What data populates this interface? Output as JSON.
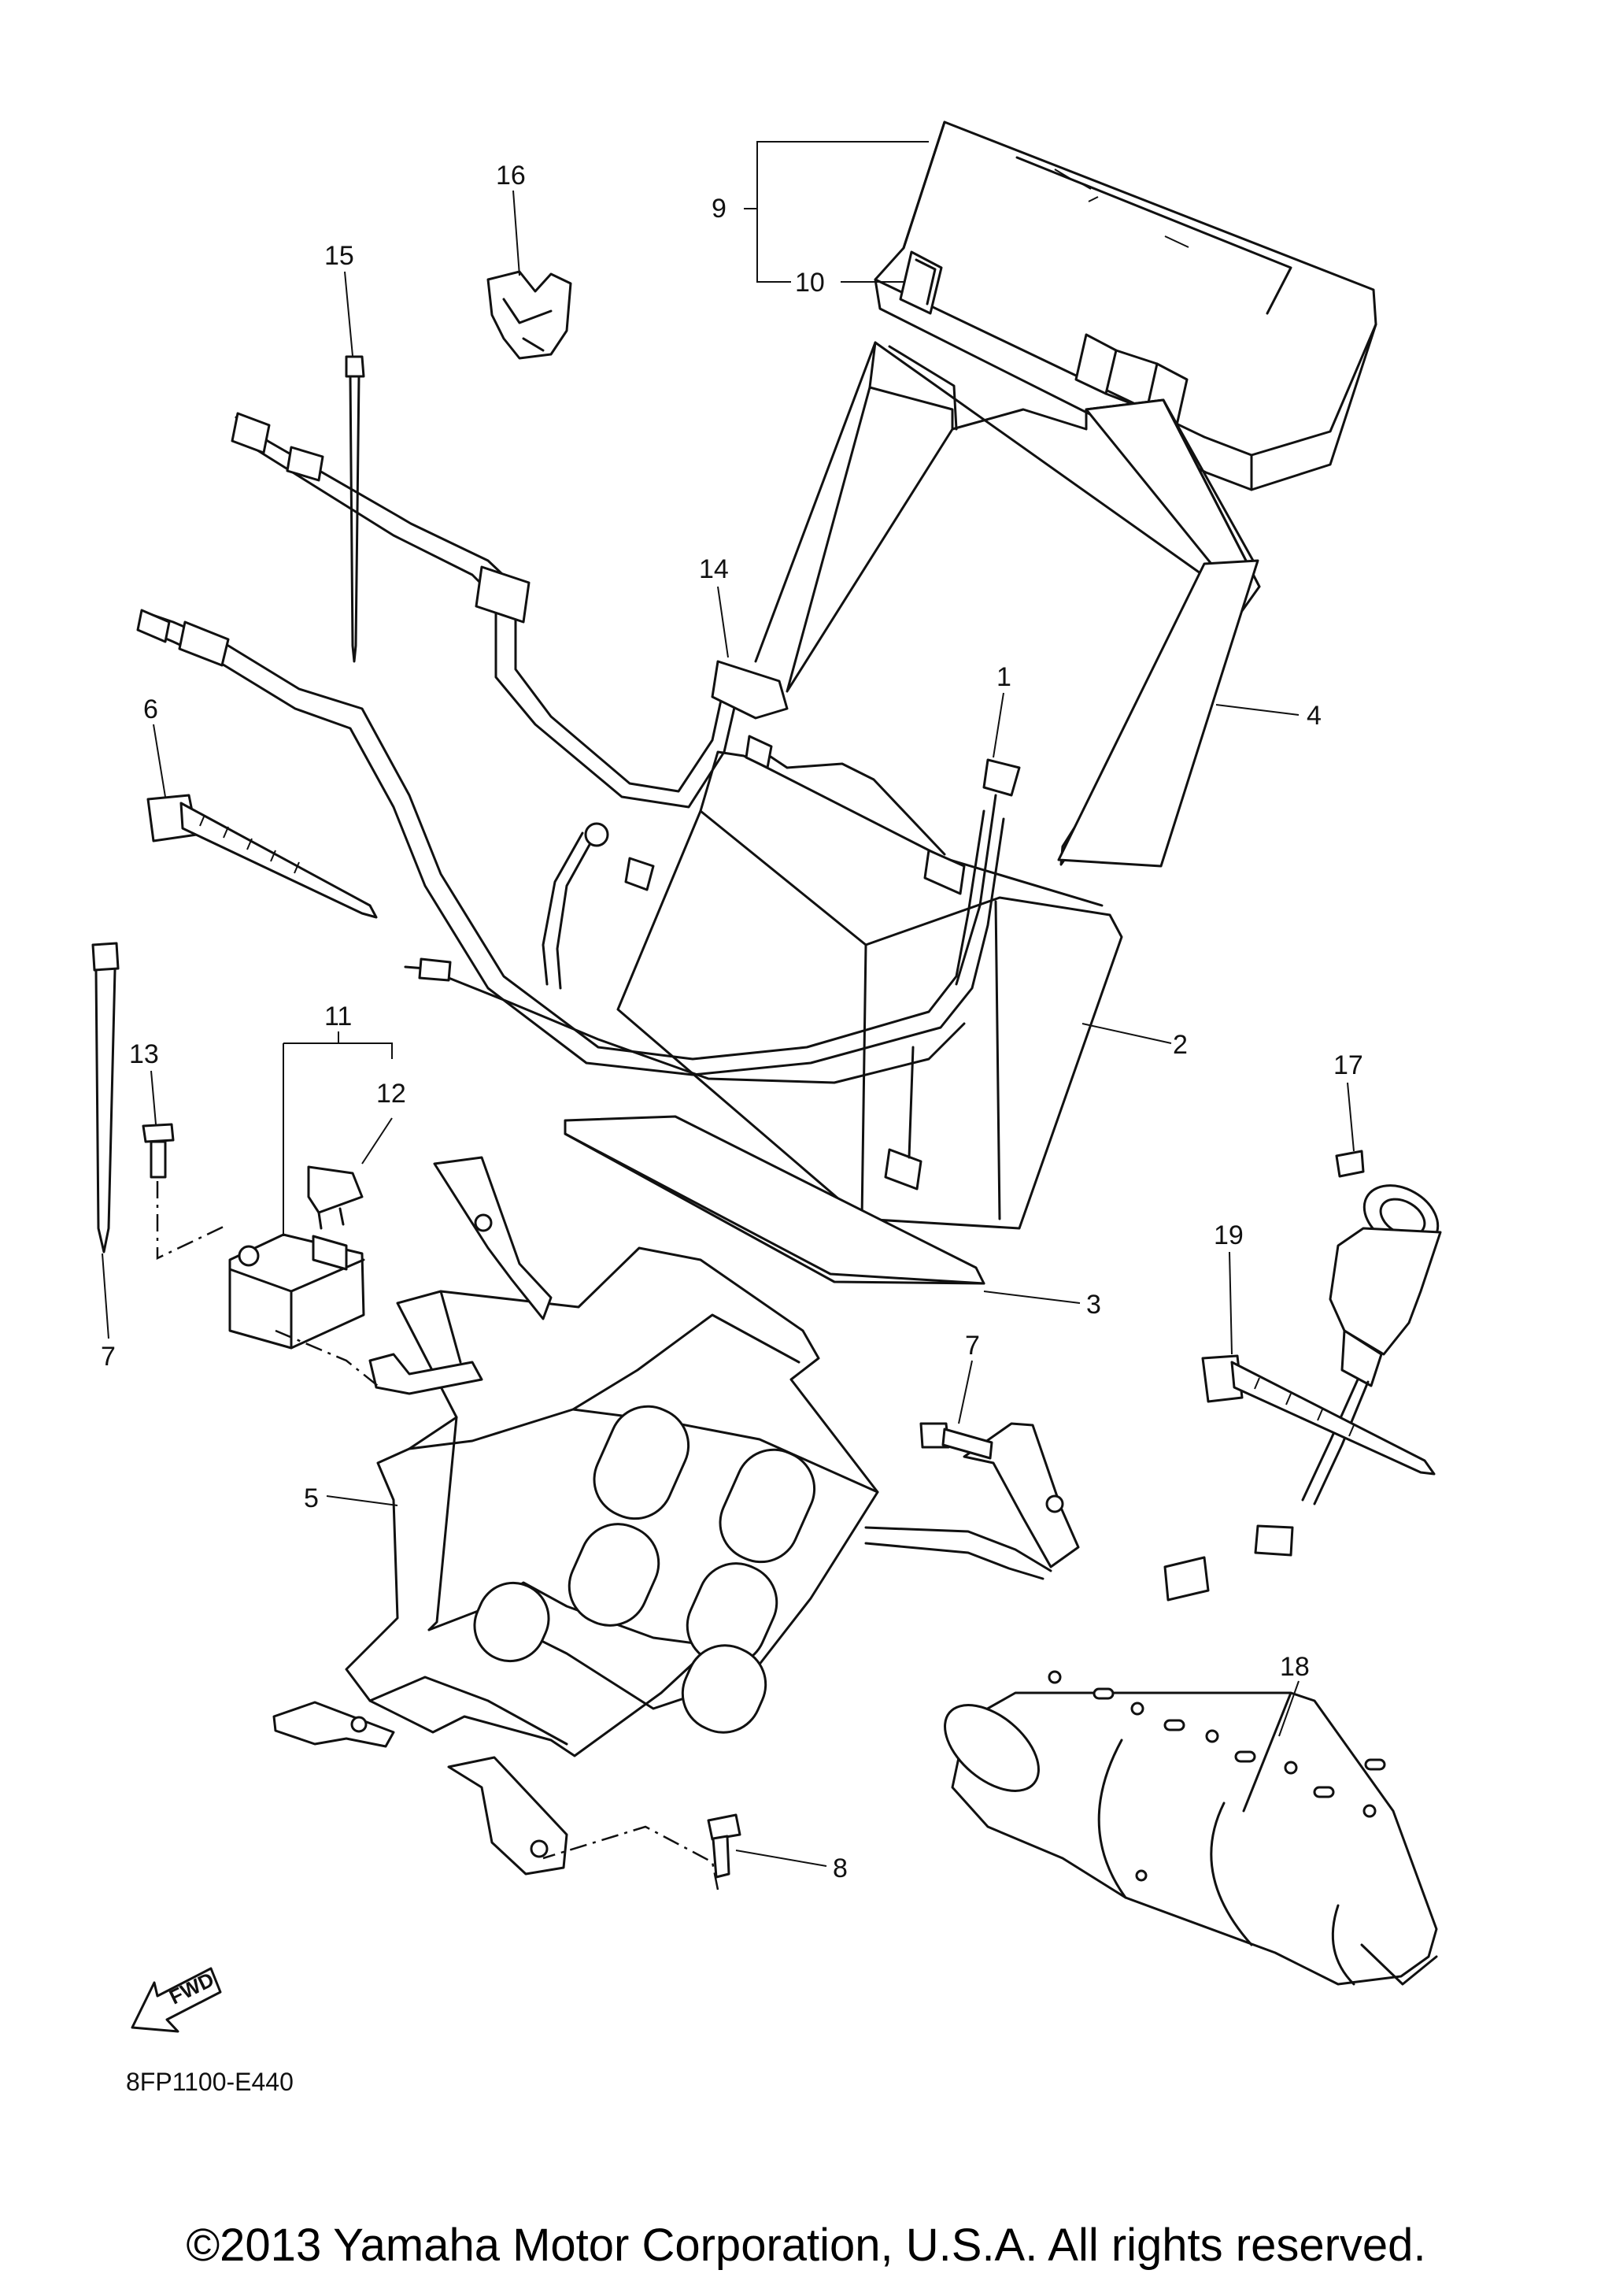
{
  "callouts": {
    "p1": "1",
    "p2": "2",
    "p3": "3",
    "p4": "4",
    "p5": "5",
    "p6": "6",
    "p7a": "7",
    "p7b": "7",
    "p8": "8",
    "p9": "9",
    "p10": "10",
    "p11": "11",
    "p12": "12",
    "p13": "13",
    "p14": "14",
    "p15": "15",
    "p16": "16",
    "p17": "17",
    "p18": "18",
    "p19": "19"
  },
  "fwd_label": "FWD",
  "diagram_code": "8FP1100-E440",
  "copyright": "©2013 Yamaha Motor Corporation, U.S.A. All rights reserved."
}
